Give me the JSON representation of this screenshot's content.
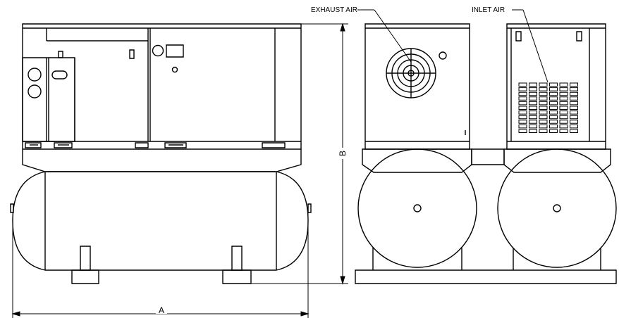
{
  "labels": {
    "exhaust_air": "EXHAUST AIR",
    "inlet_air": "INLET AIR"
  },
  "dimensions": {
    "width_label": "A",
    "height_label": "B"
  },
  "colors": {
    "line": "#000000",
    "background": "#ffffff"
  }
}
